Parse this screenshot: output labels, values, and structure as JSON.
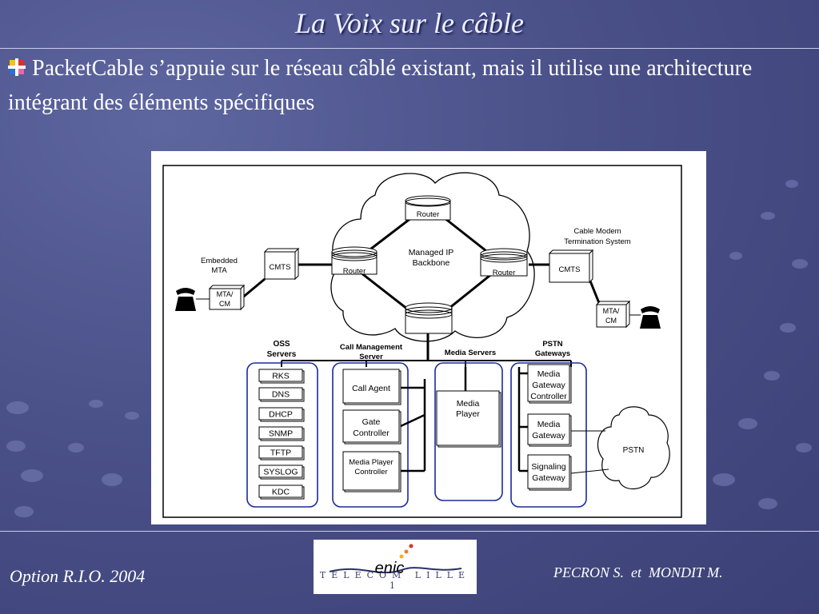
{
  "slide": {
    "title": "La Voix sur le câble",
    "bullet": "PacketCable s’appuie sur le réseau câblé existant, mais il utilise une architecture intégrant des éléments spécifiques",
    "footer_left": "Option R.I.O. 2004",
    "footer_right": "PECRON S.  et  MONDIT M.",
    "logo_text": "TELECOM LILLE 1"
  },
  "diagram": {
    "cloud_label": [
      "Managed IP",
      "Backbone"
    ],
    "router": "Router",
    "embedded_mta": [
      "Embedded",
      "MTA"
    ],
    "cmts": "CMTS",
    "mta_cm": [
      "MTA/",
      "CM"
    ],
    "cmts_system": [
      "Cable Modem",
      "Termination System"
    ],
    "oss_title": [
      "OSS",
      "Servers"
    ],
    "oss_items": [
      "RKS",
      "DNS",
      "DHCP",
      "SNMP",
      "TFTP",
      "SYSLOG",
      "KDC"
    ],
    "cms_title": [
      "Call Management",
      "Server"
    ],
    "call_agent": "Call Agent",
    "gate_controller": [
      "Gate",
      "Controller"
    ],
    "media_player_controller": [
      "Media Player",
      "Controller"
    ],
    "media_servers_title": "Media Servers",
    "media_player": [
      "Media",
      "Player"
    ],
    "pstn_gateways_title": [
      "PSTN",
      "Gateways"
    ],
    "mgc": [
      "Media",
      "Gateway",
      "Controller"
    ],
    "media_gateway": [
      "Media",
      "Gateway"
    ],
    "signaling_gateway": [
      "Signaling",
      "Gateway"
    ],
    "pstn": "PSTN"
  },
  "colors": {
    "accent_blue": "#1a2a9c",
    "background": "#4a5088"
  }
}
